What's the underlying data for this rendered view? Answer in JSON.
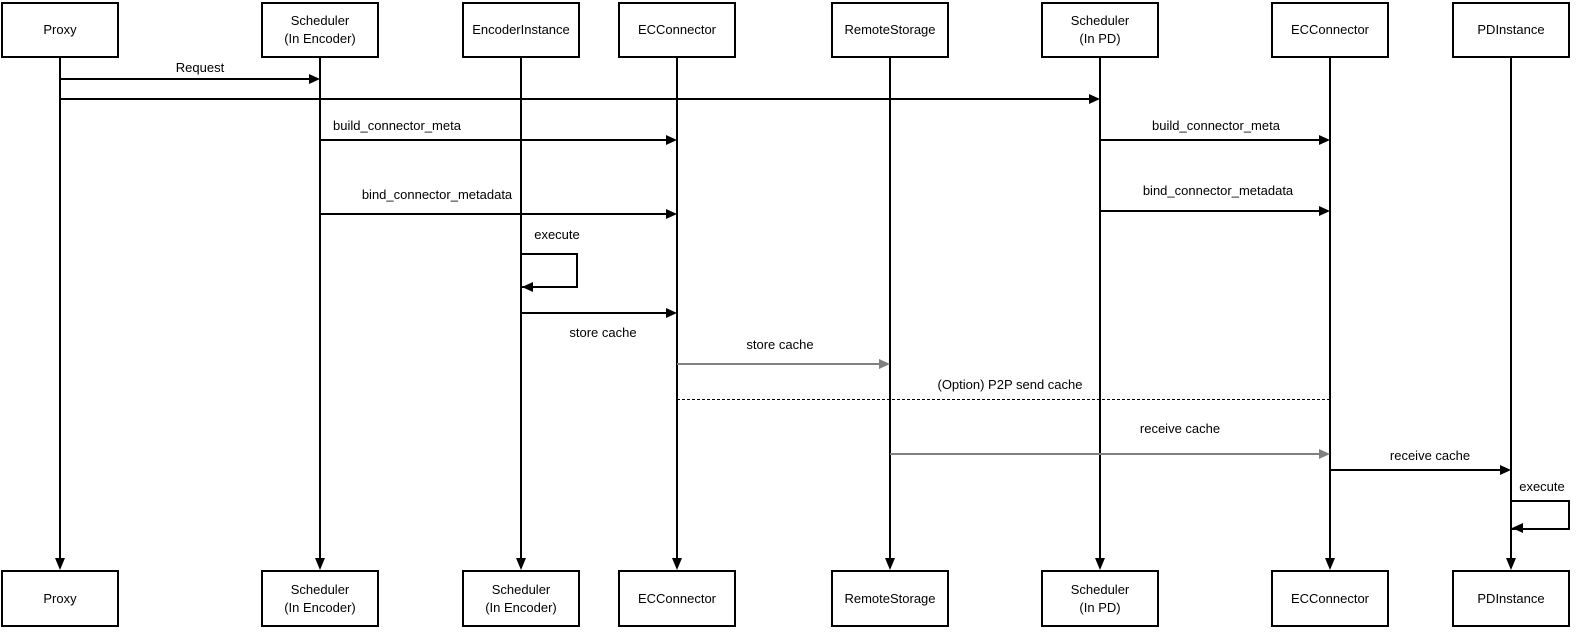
{
  "diagram": {
    "type": "sequence",
    "participants_top": [
      "Proxy",
      "Scheduler\n(In Encoder)",
      "EncoderInstance",
      "ECConnector",
      "RemoteStorage",
      "Scheduler\n(In PD)",
      "ECConnector",
      "PDInstance"
    ],
    "participants_bottom": [
      "Proxy",
      "Scheduler\n(In Encoder)",
      "Scheduler\n(In Encoder)",
      "ECConnector",
      "RemoteStorage",
      "Scheduler\n(In PD)",
      "ECConnector",
      "PDInstance"
    ],
    "messages": [
      {
        "label": "Request",
        "from": "Proxy",
        "to": "Scheduler (In Encoder)",
        "style": "solid"
      },
      {
        "label": "",
        "from": "Proxy",
        "to": "Scheduler (In PD)",
        "style": "solid"
      },
      {
        "label": "build_connector_meta",
        "from": "Scheduler (In Encoder)",
        "to": "ECConnector",
        "style": "solid"
      },
      {
        "label": "build_connector_meta",
        "from": "Scheduler (In PD)",
        "to": "ECConnector",
        "style": "solid"
      },
      {
        "label": "bind_connector_metadata",
        "from": "Scheduler (In Encoder)",
        "to": "ECConnector",
        "style": "solid"
      },
      {
        "label": "bind_connector_metadata",
        "from": "Scheduler (In PD)",
        "to": "ECConnector",
        "style": "solid"
      },
      {
        "label": "execute",
        "from": "EncoderInstance",
        "to": "EncoderInstance",
        "style": "self-loop"
      },
      {
        "label": "store cache",
        "from": "EncoderInstance",
        "to": "ECConnector",
        "style": "solid"
      },
      {
        "label": "store cache",
        "from": "ECConnector",
        "to": "RemoteStorage",
        "style": "solid-gray"
      },
      {
        "label": "(Option) P2P send cache",
        "from": "ECConnector",
        "to": "ECConnector (PD side)",
        "style": "dashed"
      },
      {
        "label": "receive cache",
        "from": "RemoteStorage",
        "to": "ECConnector (PD side)",
        "style": "solid-gray"
      },
      {
        "label": "receive cache",
        "from": "ECConnector (PD side)",
        "to": "PDInstance",
        "style": "solid"
      },
      {
        "label": "execute",
        "from": "PDInstance",
        "to": "PDInstance",
        "style": "self-loop"
      }
    ],
    "colors": {
      "line": "#000000",
      "gray_line": "#808080",
      "background": "#ffffff",
      "text": "#000000"
    }
  }
}
